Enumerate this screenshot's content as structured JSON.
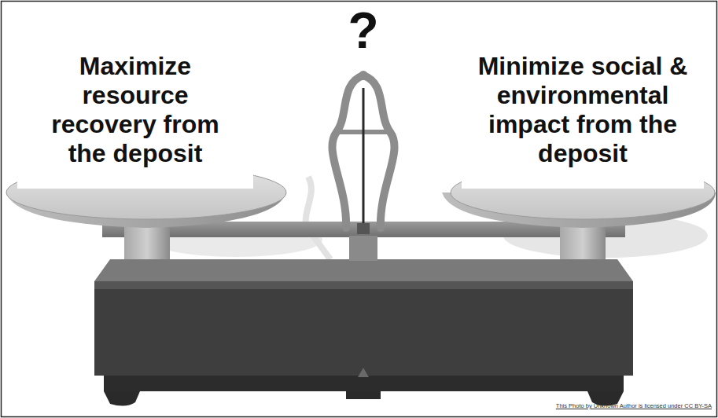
{
  "diagram": {
    "nodes": [
      {
        "text": [
          "Maximize resource recovery from the deposit"
        ]
      },
      {
        "text": [
          "Minimize social & environmental impact from the deposit"
        ]
      }
    ],
    "labels": [
      "?",
      "This Photo by Unknown Author is licensed under CC BY-SA"
    ]
  }
}
